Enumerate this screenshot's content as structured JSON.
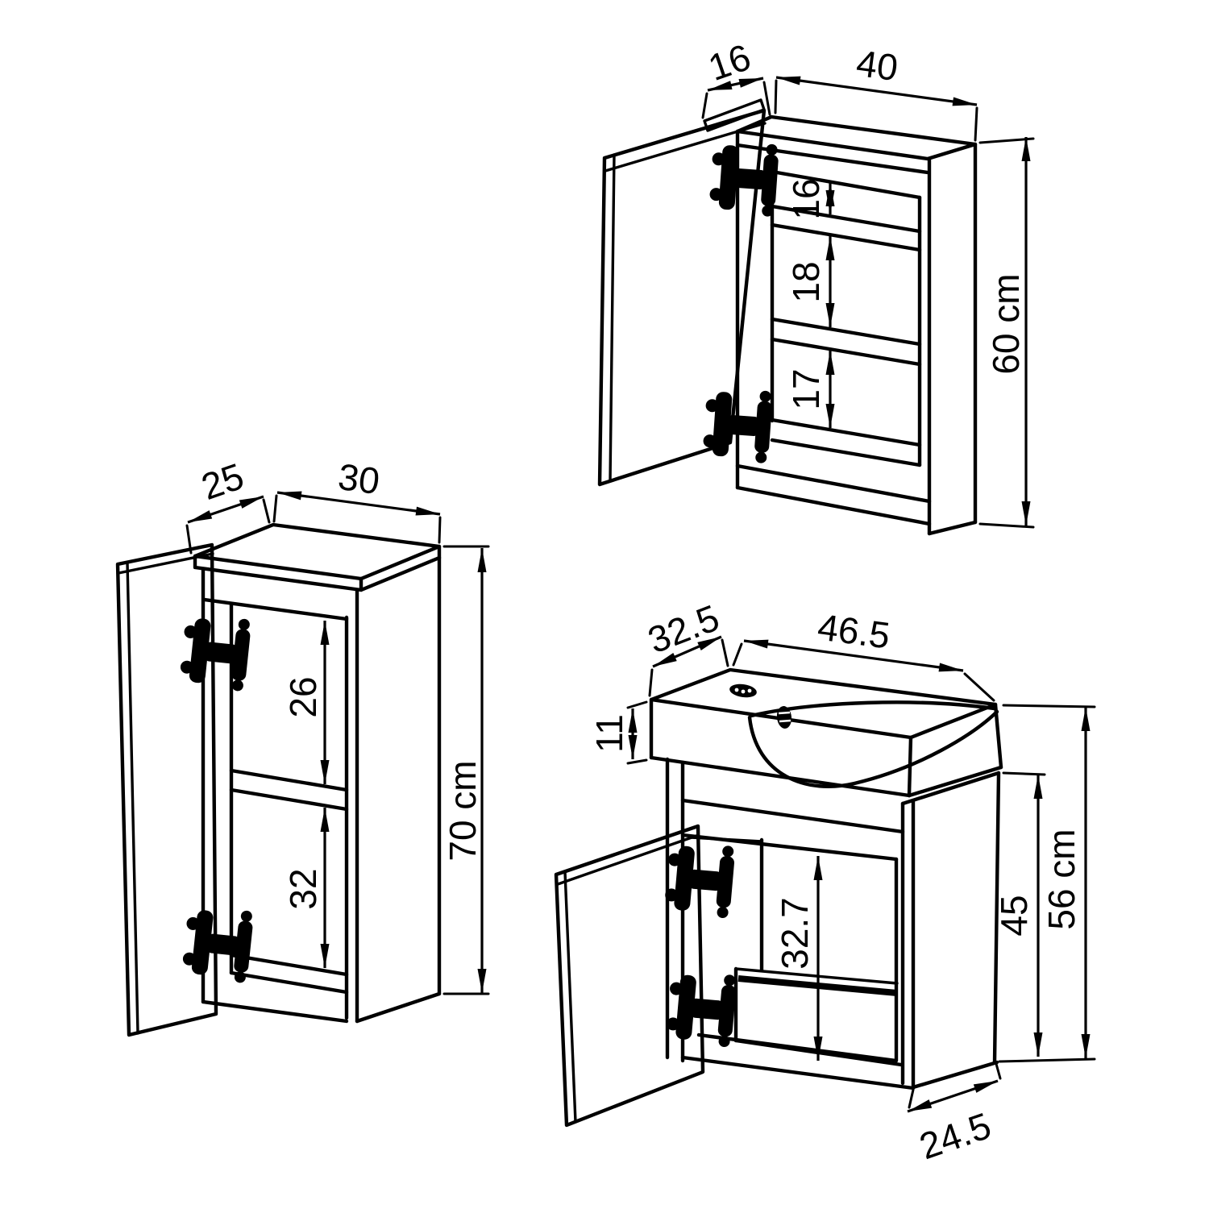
{
  "colors": {
    "background": "#ffffff",
    "line": "#000000"
  },
  "wall_cabinet": {
    "depth_label": "16",
    "width_label": "40",
    "height_label": "60 cm",
    "compartments": [
      "16",
      "18",
      "17"
    ]
  },
  "side_cabinet": {
    "depth_label": "25",
    "width_label": "30",
    "height_label": "70 cm",
    "compartments": [
      "26",
      "32"
    ]
  },
  "vanity": {
    "top_depth_label": "32.5",
    "top_width_label": "46.5",
    "basin_height_label": "11",
    "interior_height_label": "32.7",
    "carcass_height_label": "45",
    "total_height_label": "56 cm",
    "bottom_depth_label": "24.5"
  }
}
